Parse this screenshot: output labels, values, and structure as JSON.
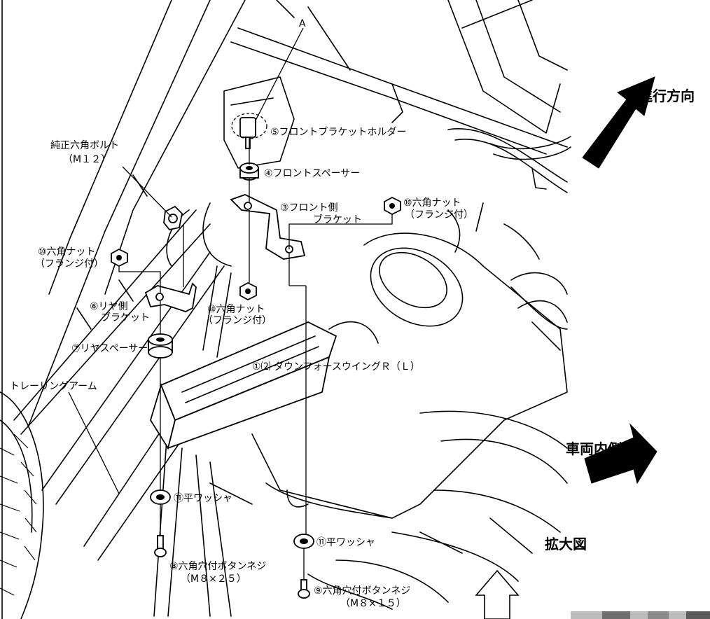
{
  "labels": {
    "point_a": "A",
    "genuine_bolt_line1": "純正六角ボルト",
    "genuine_bolt_line2": "（M１２）",
    "p5": "⑤フロントブラケットホルダー",
    "p4": "④フロントスペーサー",
    "p3_line1": "③フロント側",
    "p3_line2": "ブラケット",
    "p10_right_line1": "⑩六角ナット",
    "p10_right_line2": "（フランジ付）",
    "p10_left_line1": "⑩六角ナット",
    "p10_left_line2": "（フランジ付）",
    "p6_line1": "⑥リヤ側",
    "p6_line2": "ブラケット",
    "p10_mid_line1": "⑩六角ナット",
    "p10_mid_line2": "（フランジ付）",
    "p7": "⑦リヤスペーサー",
    "p1_2": "①⑵ ダウンフォースウイングＲ（Ｌ）",
    "trailing_arm": "トレーリングアーム",
    "p11_left": "⑪平ワッシャ",
    "p11_right": "⑪平ワッシャ",
    "p8_line1": "⑧六角穴付ボタンネジ",
    "p8_line2": "（M８×２５）",
    "p9_line1": "⑨六角穴付ボタンネジ",
    "p9_line2": "（M８×１５）",
    "travel_direction": "進行方向",
    "vehicle_inner_side": "車両内側",
    "enlarged_view": "拡大図"
  },
  "icons": {
    "travel_arrow": "arrow-up-right-icon",
    "inner_arrow": "arrow-right-icon",
    "enlarge_arrow": "outline-arrow-up-icon"
  },
  "colors": {
    "line": "#000000",
    "background": "#ffffff"
  }
}
